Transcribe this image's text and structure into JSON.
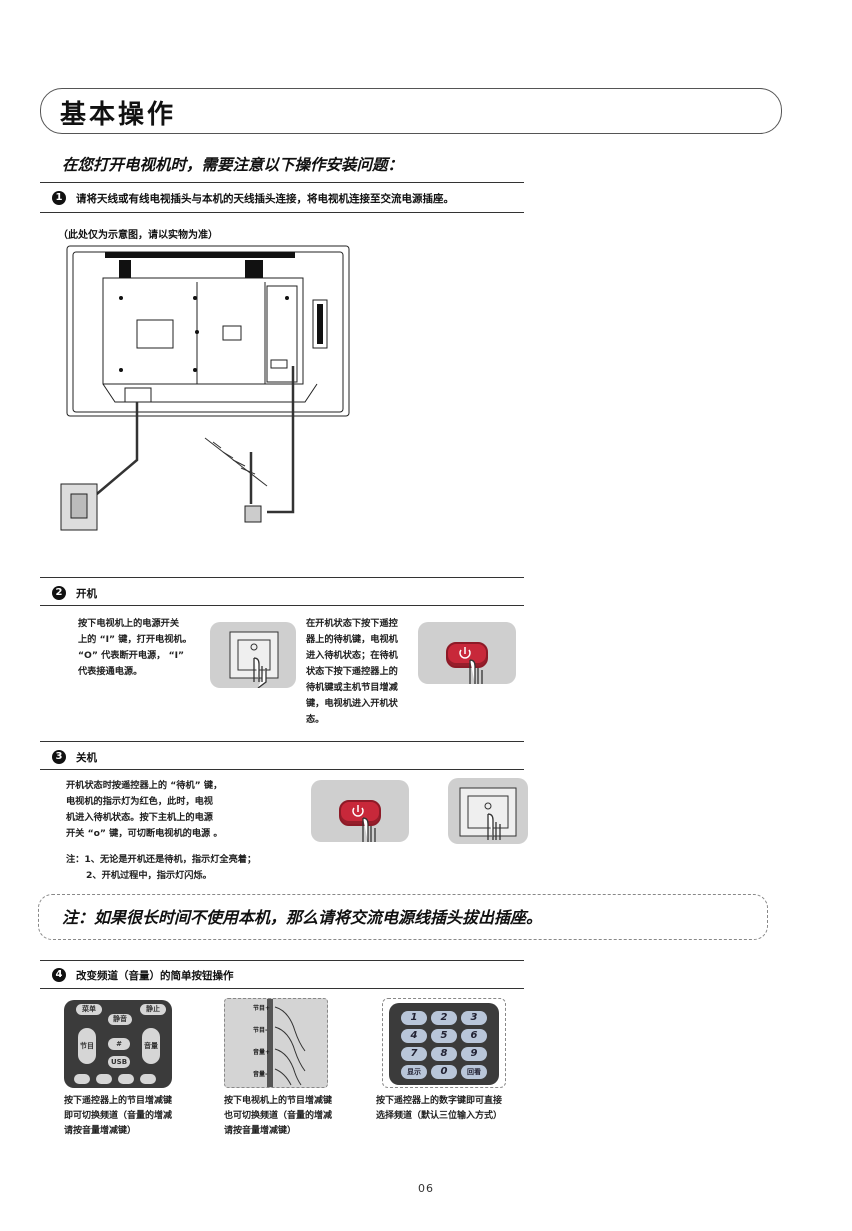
{
  "header": {
    "title": "基本操作"
  },
  "intro": "在您打开电视机时，需要注意以下操作安装问题：",
  "step1": {
    "number": "1",
    "text": "请将天线或有线电视插头与本机的天线插头连接，将电视机连接至交流电源插座。",
    "diagram_note": "（此处仅为示意图，请以实物为准）"
  },
  "step2": {
    "number": "2",
    "heading": "开机",
    "left_lines": [
      "按下电视机上的电源开关",
      "上的 “I” 键，打开电视机。",
      "“O” 代表断开电源， “I”",
      "代表接通电源。"
    ],
    "right_lines": [
      "在开机状态下按下遥控",
      "器上的待机键，电视机",
      "进入待机状态；在待机",
      "状态下按下遥控器上的",
      "待机键或主机节目增减",
      "键，电视机进入开机状",
      "态。"
    ]
  },
  "step3": {
    "number": "3",
    "heading": "关机",
    "lines": [
      "开机状态时按遥控器上的 “待机” 键，",
      "电视机的指示灯为红色，此时，电视",
      "机进入待机状态。按下主机上的电源",
      "开关 “o” 键，可切断电视机的电源 。"
    ],
    "note_lines": [
      "注：1、无论是开机还是待机，指示灯全亮着；",
      "2、开机过程中，指示灯闪烁。"
    ]
  },
  "notice": "注：如果很长时间不使用本机，那么请将交流电源线插头拔出插座。",
  "step4": {
    "number": "4",
    "heading": "改变频道（音量）的简单按钮操作",
    "remote_buttons": {
      "top_left": "菜单",
      "top_right": "静止",
      "mid": "静音",
      "left": "节目",
      "right": "音量",
      "hash": "#",
      "usb": "USB"
    },
    "panel_labels": [
      "节目+",
      "节目-",
      "音量+",
      "音量-"
    ],
    "keypad": [
      "1",
      "2",
      "3",
      "4",
      "5",
      "6",
      "7",
      "8",
      "9",
      "显示",
      "0",
      "回看"
    ],
    "captions": [
      [
        "按下遥控器上的节目增减键",
        "即可切换频道（音量的增减",
        "请按音量增减键）"
      ],
      [
        "按下电视机上的节目增减键",
        "也可切换频道（音量的增减",
        "请按音量增减键）"
      ],
      [
        "按下遥控器上的数字键即可直接",
        "选择频道（默认三位输入方式）"
      ]
    ]
  },
  "page_number": "06",
  "colors": {
    "accent_red": "#c8283a",
    "panel_gray": "#cfcfcf",
    "keypad_blue": "#b9c6d9"
  }
}
